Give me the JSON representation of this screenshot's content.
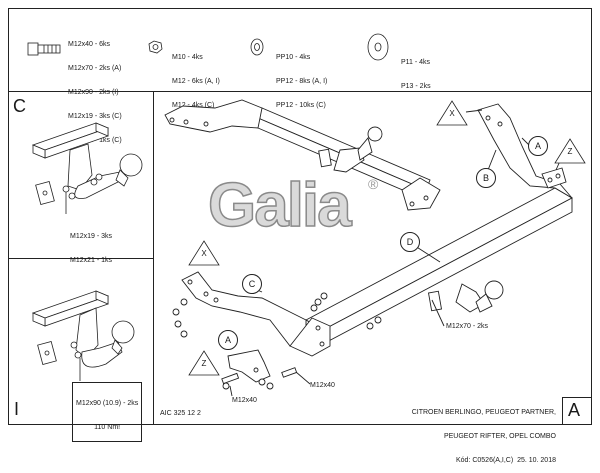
{
  "parts": {
    "bolt_lines": [
      "M12x40 - 6ks",
      "M12x70 - 2ks (A)",
      "M12x90 - 2ks (I)",
      "M12x19 - 3ks (C)",
      "M12x21 - 1ks (C)"
    ],
    "nut_lines": [
      "M10 - 4ks",
      "M12 - 6ks (A, I)",
      "M12 - 4ks (C)"
    ],
    "washer_lines": [
      "PP10 - 4ks",
      "PP12 - 8ks (A, I)",
      "PP12 - 10ks (C)"
    ],
    "plate_washer_lines": [
      "P11 - 4ks",
      "P13 - 2ks"
    ]
  },
  "panel_c": {
    "letter": "C",
    "lines": [
      "M12x19 - 3ks",
      "M12x21 - 1ks"
    ]
  },
  "panel_i": {
    "letter": "I",
    "lines": [
      "M12x90 (10.9) - 2ks",
      "110 Nm!"
    ]
  },
  "main": {
    "logo": "Galia",
    "logo_mark": "®",
    "callouts": {
      "x_top": "X",
      "a_top": "A",
      "z_top": "Z",
      "b": "B",
      "d": "D",
      "x_left": "X",
      "c": "C",
      "a_bottom": "A",
      "z_bottom": "Z"
    },
    "labels": {
      "m12x70": "M12x70 - 2ks",
      "m12x40_right": "M12x40",
      "m12x40_left": "M12x40"
    },
    "drawing_no": "AIC 325 12 2",
    "vehicle_lines": [
      "CITROEN BERLINGO, PEUGEOT PARTNER,",
      "PEUGEOT RIFTER, OPEL COMBO",
      "Kód: C0526(A,I,C)  25. 10. 2018"
    ],
    "corner_letter": "A"
  }
}
